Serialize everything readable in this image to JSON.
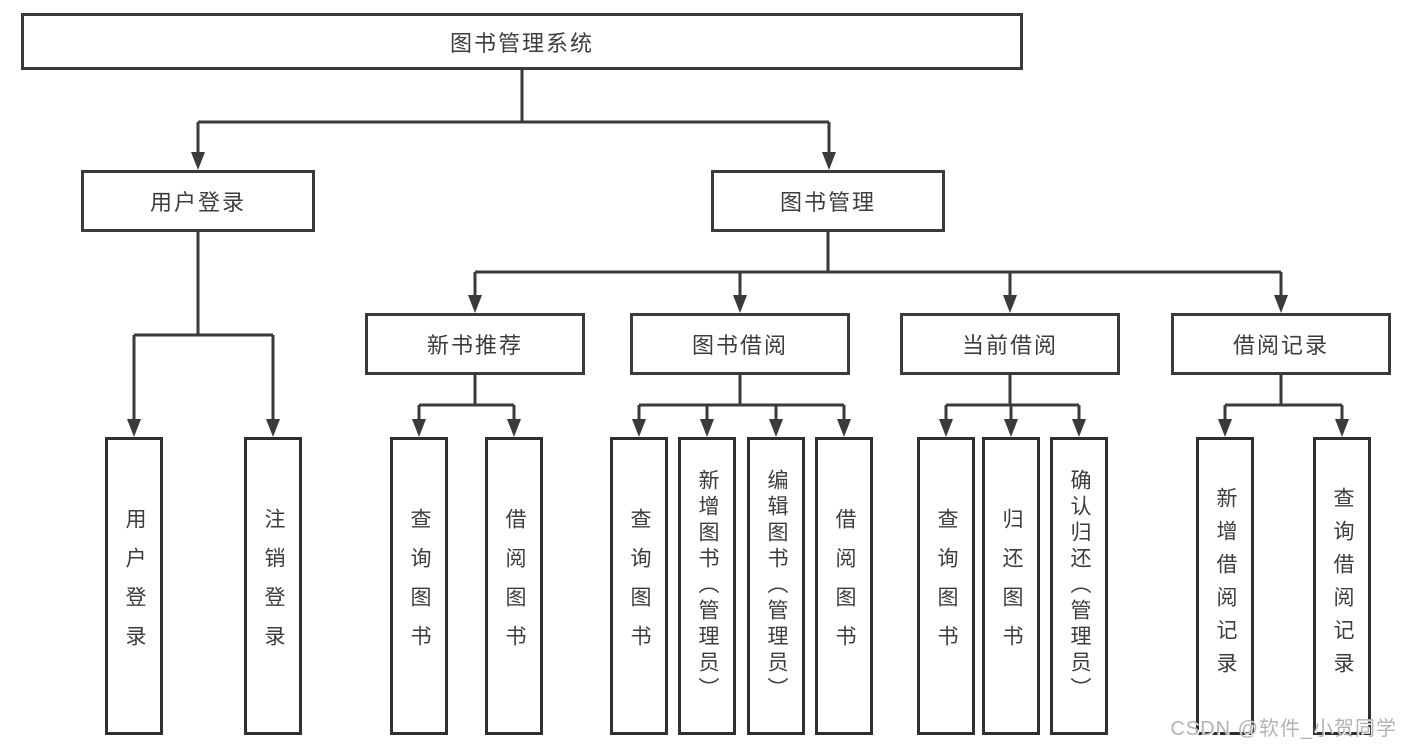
{
  "diagram": {
    "title": "图书管理系统",
    "tree": {
      "root": "图书管理系统",
      "children": [
        {
          "label": "用户登录",
          "children": [
            "用户登录",
            "注销登录"
          ]
        },
        {
          "label": "图书管理",
          "children": [
            {
              "label": "新书推荐",
              "children": [
                "查询图书",
                "借阅图书"
              ]
            },
            {
              "label": "图书借阅",
              "children": [
                "查询图书",
                "新增图书（管理员）",
                "编辑图书（管理员）",
                "借阅图书"
              ]
            },
            {
              "label": "当前借阅",
              "children": [
                "查询图书",
                "归还图书",
                "确认归还（管理员）"
              ]
            },
            {
              "label": "借阅记录",
              "children": [
                "新增借阅记录",
                "查询借阅记录"
              ]
            }
          ]
        }
      ]
    },
    "colors": {
      "line": "#3a3a3a",
      "text": "#3d3d3d",
      "box_background": "#ffffff",
      "watermark": "#b3b3b3"
    }
  },
  "watermark": {
    "text": "CSDN @软件_小贺同学"
  }
}
